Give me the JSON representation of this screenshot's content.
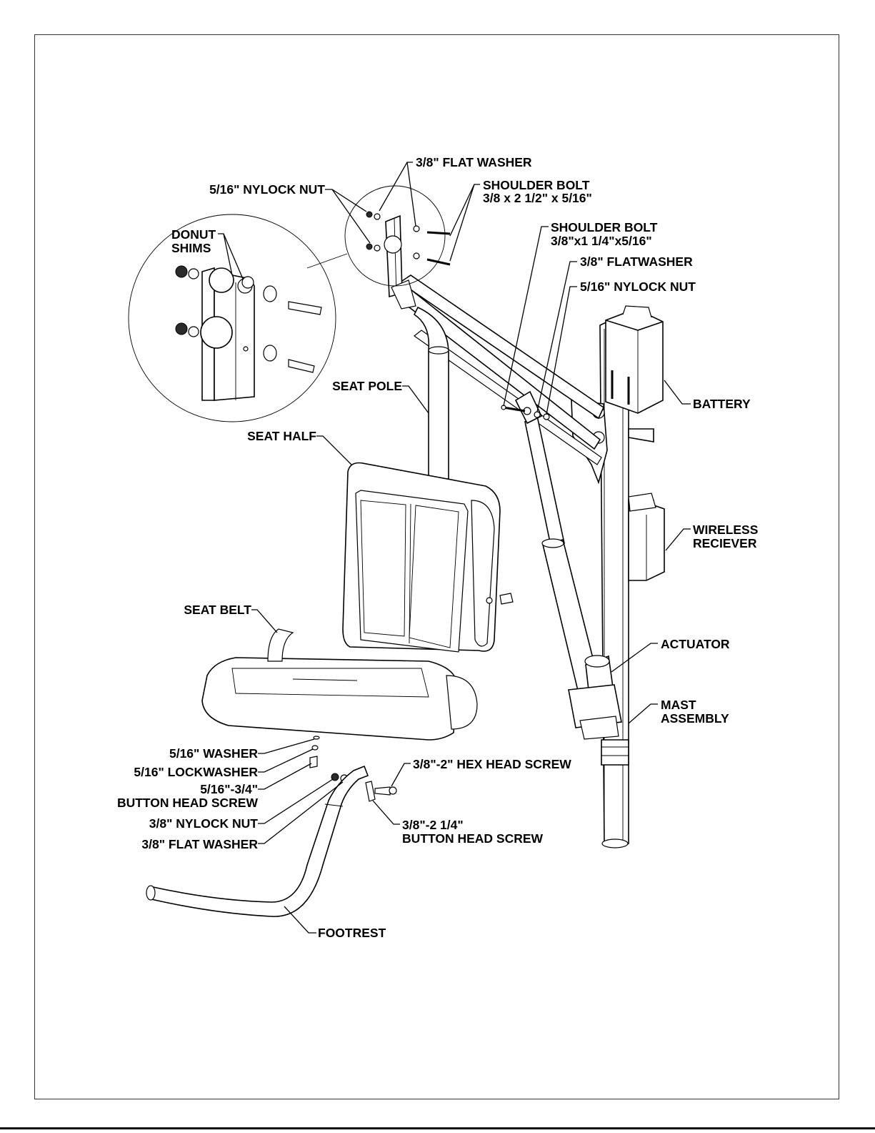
{
  "labels": {
    "flat_washer_top": "3/8\" FLAT WASHER",
    "nylock_nut_top": "5/16\" NYLOCK NUT",
    "shoulder_bolt_top_1": "SHOULDER BOLT",
    "shoulder_bolt_top_2": "3/8 x 2 1/2\" x 5/16\"",
    "donut_shims_1": "DONUT",
    "donut_shims_2": "SHIMS",
    "shoulder_bolt_mid_1": "SHOULDER BOLT",
    "shoulder_bolt_mid_2": "3/8\"x1 1/4\"x5/16\"",
    "flatwasher_mid": "3/8\"  FLATWASHER",
    "nylock_nut_mid": "5/16\" NYLOCK NUT",
    "battery": "BATTERY",
    "seat_pole": "SEAT POLE",
    "seat_half": "SEAT HALF",
    "wireless_receiver_1": "WIRELESS",
    "wireless_receiver_2": "RECIEVER",
    "seat_belt": "SEAT BELT",
    "actuator": "ACTUATOR",
    "mast_assembly_1": "MAST",
    "mast_assembly_2": "ASSEMBLY",
    "washer_516": "5/16\" WASHER",
    "lockwasher_516": "5/16\" LOCKWASHER",
    "hex_head_screw": "3/8\"-2\" HEX HEAD SCREW",
    "button_screw_34_1": "5/16\"-3/4\"",
    "button_screw_34_2": "BUTTON HEAD SCREW",
    "nylock_nut_bottom": "3/8\" NYLOCK NUT",
    "button_screw_214_1": "3/8\"-2 1/4\"",
    "button_screw_214_2": "BUTTON HEAD SCREW",
    "flat_washer_bottom": "3/8\" FLAT WASHER",
    "footrest": "FOOTREST"
  }
}
